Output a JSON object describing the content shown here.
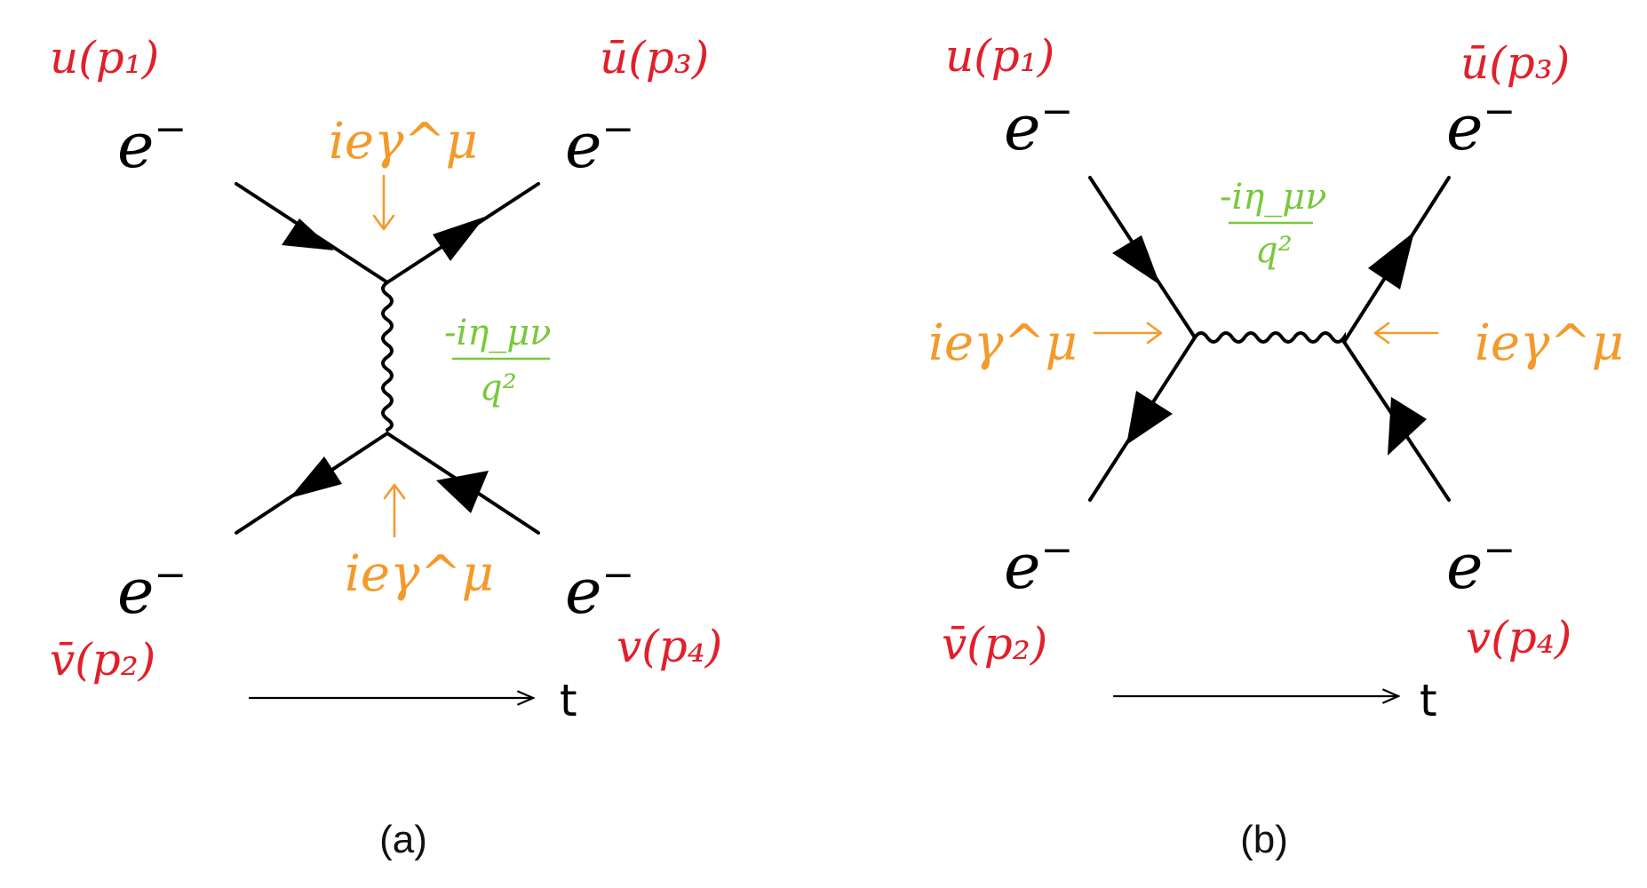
{
  "diagrams": [
    {
      "caption": "(a)",
      "electron_labels": {
        "top_left": "e",
        "top_right": "e",
        "bottom_left": "e",
        "bottom_right": "e",
        "charge": "−"
      },
      "spinor_labels": {
        "top_left": "u(p₁)",
        "top_right": "ū(p₃)",
        "bottom_left": "v̄(p₂)",
        "bottom_right": "v(p₄)"
      },
      "vertex_factors": {
        "top": "ieγ^μ",
        "bottom": "ieγ^μ"
      },
      "propagator": {
        "numerator": "-iη_μν",
        "denominator": "q²"
      },
      "time_axis_label": "t"
    },
    {
      "caption": "(b)",
      "electron_labels": {
        "top_left": "e",
        "top_right": "e",
        "bottom_left": "e",
        "bottom_right": "e",
        "charge": "−"
      },
      "spinor_labels": {
        "top_left": "u(p₁)",
        "top_right": "ū(p₃)",
        "bottom_left": "v̄(p₂)",
        "bottom_right": "v(p₄)"
      },
      "vertex_factors": {
        "left": "ieγ^μ",
        "right": "ieγ^μ"
      },
      "propagator": {
        "numerator": "-iη_μν",
        "denominator": "q²"
      },
      "time_axis_label": "t"
    }
  ],
  "colors": {
    "spinor": "#e0202a",
    "vertex": "#f39a2b",
    "propagator": "#78c83c",
    "line": "#000000"
  }
}
